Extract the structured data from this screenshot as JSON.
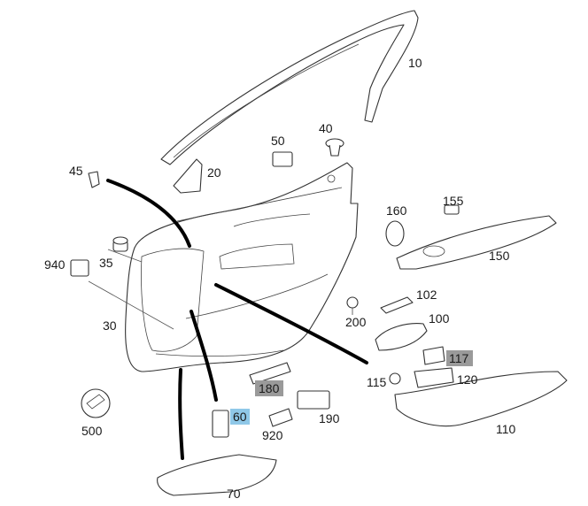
{
  "colors": {
    "line": "#333333",
    "arrow": "#000000",
    "highlight_blue": "#8fc8e8",
    "highlight_gray": "#9a9a9a"
  },
  "callouts": [
    {
      "id": "10",
      "label": "10"
    },
    {
      "id": "20",
      "label": "20"
    },
    {
      "id": "30",
      "label": "30"
    },
    {
      "id": "35",
      "label": "35"
    },
    {
      "id": "40",
      "label": "40"
    },
    {
      "id": "45",
      "label": "45"
    },
    {
      "id": "50",
      "label": "50"
    },
    {
      "id": "60",
      "label": "60",
      "highlight": "blue"
    },
    {
      "id": "70",
      "label": "70"
    },
    {
      "id": "100",
      "label": "100"
    },
    {
      "id": "102",
      "label": "102"
    },
    {
      "id": "110",
      "label": "110"
    },
    {
      "id": "115",
      "label": "115"
    },
    {
      "id": "117",
      "label": "117",
      "highlight": "gray"
    },
    {
      "id": "120",
      "label": "120"
    },
    {
      "id": "150",
      "label": "150"
    },
    {
      "id": "155",
      "label": "155"
    },
    {
      "id": "160",
      "label": "160"
    },
    {
      "id": "180",
      "label": "180",
      "highlight": "gray"
    },
    {
      "id": "190",
      "label": "190"
    },
    {
      "id": "200",
      "label": "200"
    },
    {
      "id": "500",
      "label": "500"
    },
    {
      "id": "920",
      "label": "920"
    },
    {
      "id": "940",
      "label": "940"
    }
  ]
}
